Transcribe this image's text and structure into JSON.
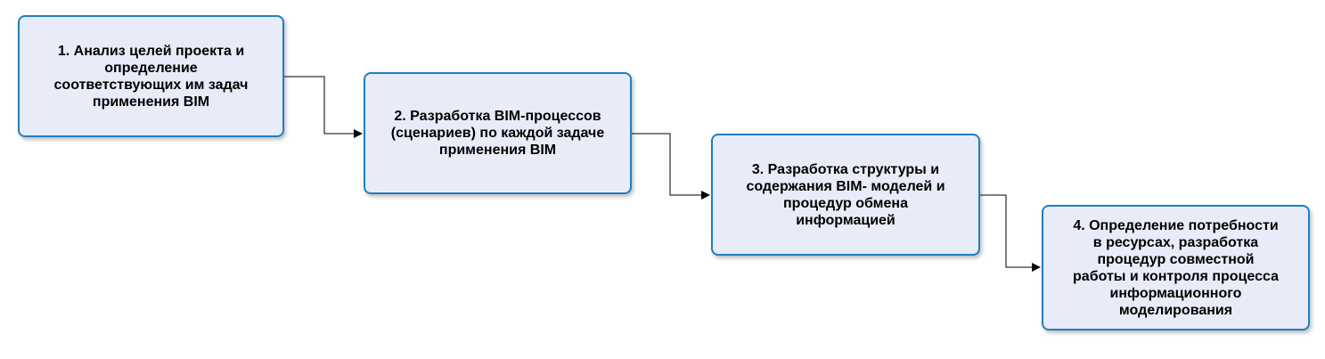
{
  "diagram": {
    "steps": [
      {
        "text": "1.  Анализ целей проекта и\nопределение\nсоответствующих им задач\nприменения BIM"
      },
      {
        "text": "2. Разработка BIM-процессов\n(сценариев) по каждой задаче\nприменения BIM"
      },
      {
        "text": "3. Разработка структуры и\nсодержания BIM- моделей и\nпроцедур обмена\nинформацией"
      },
      {
        "text": "4. Определение потребности\nв ресурсах, разработка\nпроцедур совместной\nработы и контроля процесса\nинформационного\nмоделирования"
      }
    ],
    "colors": {
      "box_fill": "#e8ecf9",
      "box_border": "#1f7fc4",
      "connector": "#000000"
    }
  }
}
